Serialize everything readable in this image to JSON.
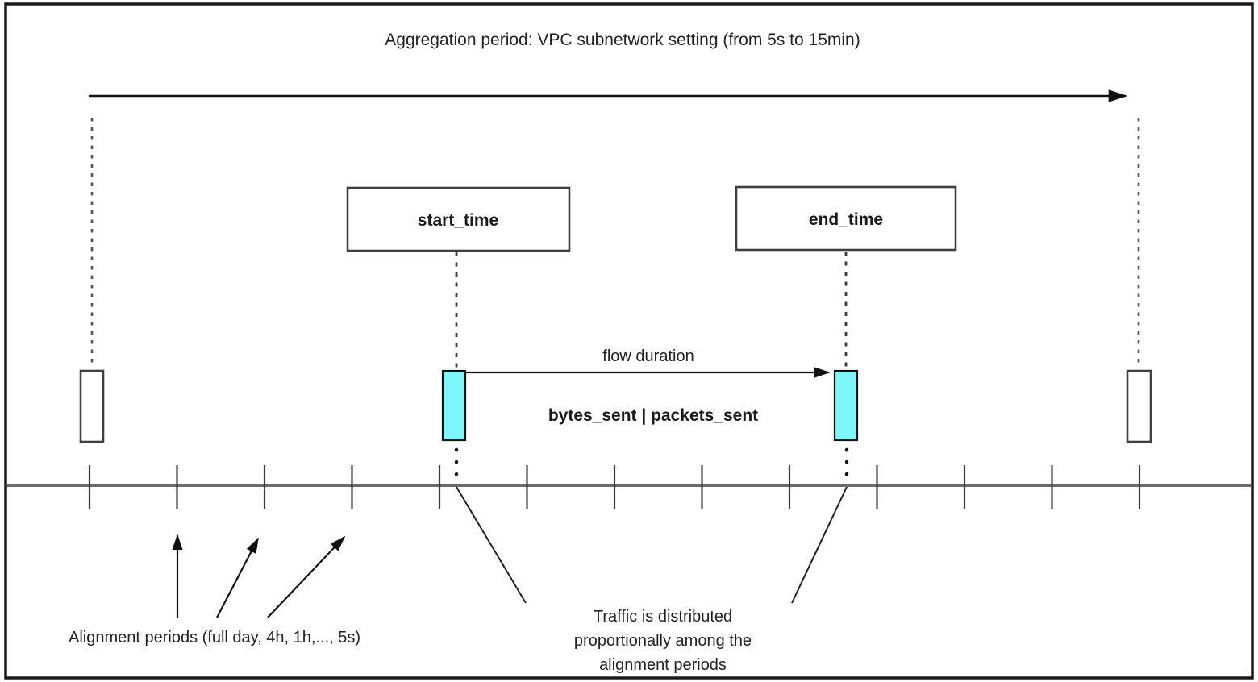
{
  "title": "Aggregation period: VPC subnetwork setting (from 5s to 15min)",
  "flow_record": {
    "start_box_label": "start_time",
    "end_box_label": "end_time",
    "duration_label": "flow duration",
    "metrics_label": "bytes_sent | packets_sent"
  },
  "annotations": {
    "alignment_periods": "Alignment periods (full day, 4h, 1h,..., 5s)",
    "traffic_distribution": {
      "line1": "Traffic is distributed",
      "line2": "proportionally among the",
      "line3": "alignment periods"
    }
  },
  "colors": {
    "flow_highlight_fill": "#7df6f9",
    "highlight_stroke": "#111111",
    "timeline_gray": "#6b6b6b",
    "box_stroke": "#404040",
    "border_black": "#1a1a1a"
  }
}
